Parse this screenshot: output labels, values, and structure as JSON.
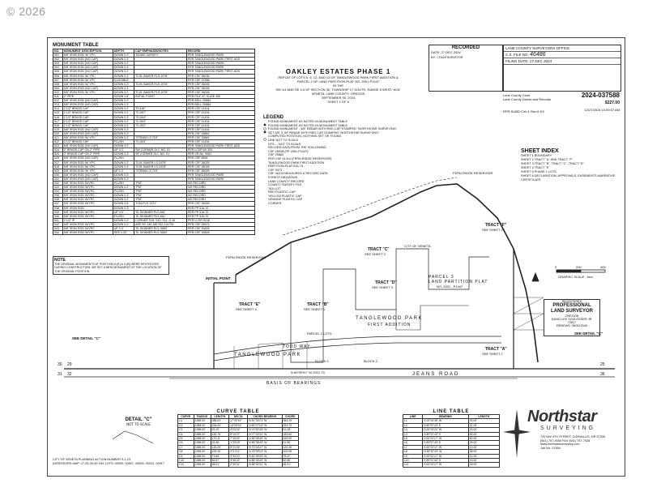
{
  "watermark": "© 2026",
  "monument_table": {
    "title": "MONUMENT TABLE",
    "headers": [
      "NO.",
      "MONUMENT DESCRIPTION",
      "DEPTH",
      "CAP EMPHASIS/NOTES",
      "RECORD"
    ],
    "rows": [
      [
        "501",
        "5/8\" IRON ROD W/ YPC",
        "DOWN 0.2'",
        "\"BOWS SURVEY\"",
        "PER TANGLEWOOD PARK"
      ],
      [
        "502",
        "5/8\" IRON ROD (NO CAP)",
        "DOWN 0.3'",
        "",
        "PER TANGLEWOOD PARK FIRST ADD"
      ],
      [
        "503",
        "5/8\" IRON ROD (NO CAP)",
        "DOWN 0.2'",
        "",
        "PER TANGLEWOOD PARK"
      ],
      [
        "504",
        "5/8\" IRON ROD (NO CAP)",
        "DOWN 0.3'",
        "",
        "PER TANGLEWOOD PARK"
      ],
      [
        "505",
        "5/8\" IRON ROD (NO CAP)",
        "DOWN 0.2'",
        "",
        "PER TANGLEWOOD PARK FIRST ADD"
      ],
      [
        "506",
        "5/8\" IRON ROD W/ YPC",
        "DOWN 0.3'",
        "\"D.W. BAKER PLS 1978\"",
        "PER CSF 36036"
      ],
      [
        "507",
        "5/8\" IRON ROD W/ YPC",
        "ILLEGIBLE",
        "",
        "PER CSF 37358"
      ],
      [
        "508",
        "5/8\" IRON ROD W/ YPC",
        "DOWN 0.2'",
        "\"D.W. BAKER PLS 1978\"",
        "PER CSF 36035"
      ],
      [
        "509",
        "5/8\" IRON ROD (NO CAP)",
        "DOWN 0.3'",
        "",
        "PER CSF 36035"
      ],
      [
        "510",
        "5/8\" IRON ROD W/ YPC",
        "DOWN 0.2'",
        "\"D.W. BAKER PLS 1978\"",
        "PER CSF 36028"
      ],
      [
        "511",
        "2\" PIPE",
        "DOWN 1.8'",
        "INITIAL POINT",
        "PER FILE 37, SLIDE 450"
      ],
      [
        "512",
        "5/8\" IRON ROD (NO CAP)",
        "DOWN 0.2'",
        "",
        "PER BELL 20884"
      ],
      [
        "513",
        "5/8\" IRON ROD (NO CAP)",
        "DOWN 0.3'",
        "",
        "PER BELL 20884"
      ],
      [
        "514",
        "2 1/2\" BRASS CAP",
        "DOWN 0.2'",
        "\"R-518\"",
        "PER CSF 41434"
      ],
      [
        "515",
        "2 1/2\" BRASS CAP",
        "DOWN 0.2'",
        "\"S-15/7\"",
        "PER CSF 41434"
      ],
      [
        "516",
        "2 1/2\" BRASS CAP",
        "DOWN 0.3'",
        "\"S-15/4\"",
        "PER CSF 41434"
      ],
      [
        "517",
        "2 1/2\" BRASS CAP",
        "DOWN 0.2'",
        "\"S-15/3\"",
        "PER CSF 41434"
      ],
      [
        "518",
        "2 1/2\" BRASS CAP",
        "DOWN 0.2'",
        "\"S-15/2\"",
        "PER CSF 41434"
      ],
      [
        "519",
        "5/8\" IRON ROD (NO CAP)",
        "DOWN 0.3'",
        "",
        "PER CSF 41434"
      ],
      [
        "520",
        "5/8\" IRON ROD (NO CAP)",
        "DOWN 0.2'",
        "",
        "PER CSF 25862"
      ],
      [
        "521",
        "5/8\" IRON ROD W/ YPC",
        "DOWN 0.3'",
        "\"STEMM LS 715\"",
        "PER CSF 25862"
      ],
      [
        "522",
        "3 1/2\" BRASS CAP",
        "FLUSH",
        "\"S-15/3\"",
        "PER CSF 41434"
      ],
      [
        "523",
        "5/8\" IRON ROD (NO CAP)",
        "DOWN 0.2'",
        "",
        "PER TANGLEWOOD PARK FIRST ADD"
      ],
      [
        "524",
        "2\" BRASS CAP ON 2\" PIPE",
        "UP 0.2'",
        "SW CORNER DLC NO. 51",
        "PER LCSR 60-303"
      ],
      [
        "525",
        "3\" BRASS CAP ON 2\" PIPE",
        "DOWN 0.3'",
        "SE CORNER DLC NO. 51",
        "PER CR No. 9081"
      ],
      [
        "526",
        "5/8\" IRON ROD (NO CAP)",
        "FLUSH",
        "",
        "PER CSF 8694"
      ],
      [
        "527",
        "5/8\" IRON ROD W/ YPC",
        "DOWN 0.2'",
        "\"D.W. BAKER LS 1978\"",
        "PER CSF 36028"
      ],
      [
        "528",
        "5/8\" IRON ROD W/ YPC",
        "DOWN 0.3'",
        "\"D.W. BAKER LS 1978\"",
        "PER CSF 36028"
      ],
      [
        "529",
        "5/8\" IRON ROD W/ YPC",
        "UP 0.3'",
        "\"STEMM LS 715\"",
        "PER CSF 36028"
      ],
      [
        "530",
        "5/8\" IRON ROD (NO CAP)",
        "DOWN 0.3'",
        "",
        "PER TANGLEWOOD PARK"
      ],
      [
        "531",
        "5/8\" IRON ROD (NO CAP)",
        "DOWN 0.2'",
        "",
        "PER TANGLEWOOD PARK"
      ],
      [
        "532",
        "5/8\" IRON ROD W/YPC",
        "FLUSH",
        "\"PM\"",
        "NO RECORD"
      ],
      [
        "533",
        "5/8\" IRON ROD W/YPC",
        "DOWN 0.2'",
        "\"PM\"",
        "NO RECORD"
      ],
      [
        "534",
        "5/8\" IRON ROD W/YPC",
        "FLUSH",
        "\"PM\"",
        "NO RECORD"
      ],
      [
        "535",
        "5/8\" IRON ROD W/YPC",
        "DOWN 0.3'",
        "\"PM\"",
        "NO RECORD"
      ],
      [
        "536",
        "5/8\" IRON ROD W/YPC",
        "DOWN 0.2'",
        "\"PM\"",
        "NO RECORD"
      ],
      [
        "537",
        "5/8\" IRON ROD W/YPC",
        "DOWN 0.6'",
        "\"KSA PLS 1221\"",
        "PER CSF 36328"
      ],
      [
        "538",
        "5/8\" IRON ROD",
        "DOWN 0.3'",
        "",
        "PER PP 516-70"
      ],
      [
        "539",
        "5/8\" IRON ROD W/YPC",
        "UP 0.5'",
        "\"B. SKINNER PLS MU\"",
        "PER PP 516-70"
      ],
      [
        "540",
        "5/8\" IRON ROD W/YPC",
        "FLUSH",
        "\"B. SKINNER PLS MU\"",
        "PER PP 516-70"
      ],
      [
        "541",
        "2 1/2\" IP",
        "DOWN 0.2'",
        "CORNER S15, S10, S11, S 16",
        "PER LCSR 5138"
      ],
      [
        "542",
        "5/8\" IRON ROD W/YPC",
        "DOWN 0.2'",
        "ARE BY 145 165 202 214 FM",
        "PER CSF 26474"
      ],
      [
        "543",
        "5/8\" IRON ROD W/YPC",
        "UP 0.3'",
        "\"B. SKINNER PLS 3583\"",
        "PER CSF 30828"
      ],
      [
        "544",
        "5/8\" IRON ROD W/YPC",
        "SEE 0.33'",
        "\"B. SKINNER PLS 3583\"",
        "PER CSF 30828"
      ]
    ],
    "note_title": "NOTE",
    "note_text": "THE ORIGINAL MONUMENTS AT POSITION # (E) & # (B) WERE DESTROYED DURING CONSTRUCTION. WE SET A NEW MONUMENT AT THE LOCATION OF THE ORIGINAL POSITION"
  },
  "title_block": {
    "title": "OAKLEY ESTATES PHASE 1",
    "line1": "REPLAT OF LOTS 5, 6, 12, AND 13 OF TANGLEWOOD PARK FIRST ADDITION &",
    "line2": "PARCEL 2 OF LAND PARTITION PLAT NO. 2001-P1447",
    "line3": "IN THE",
    "line4": "SW 1/4 AND SE 1/4 OF SECTION 30, TOWNSHIP 17 SOUTH, RANGE 5 WEST, W.M.",
    "line5": "VENETA, LANE COUNTY, OREGON",
    "date": "SEPTEMBER 30, 2024",
    "sheet": "SHEET 1 OF 6"
  },
  "recorded": {
    "header": "RECORDED",
    "date_label": "DATE:",
    "date_value": "27 DEC 2024",
    "by_label": "BY:",
    "countsurv": "COUNTSURVEYOR",
    "csfile_label": "C.S. FILE NO.",
    "csfile_value": "46486",
    "filing_label": "FILING DATE:",
    "filing_value": "27 DEC 2024",
    "office_title": "LANE COUNTY SURVEYORS OFFICE",
    "lane_clerk": "Lane County Clerk",
    "lane_dept": "Lane County Deeds and Records",
    "doc_number": "2024-037588",
    "amount": "$227.00",
    "timestamp": "12/27/2024 10:59:37 AM",
    "rpr": "RPR-SUBD  Cnt=1 Stn=8 KS"
  },
  "legend": {
    "title": "LEGEND",
    "items": [
      "FOUND MONUMENT AS NOTED IN MONUMENT TABLE",
      "FOUND MONUMENT AS NOTED IN MONUMENT TABLE",
      "FOUND MONUMENT - 5/8\" REBAR WITH RED CAP STAMPED \"NORTHSTAR SURVEYING\"",
      "SET 5/8\" X 30\" REBAR WITH RED CAP STAMPED \"NORTHSTAR SURVEYING\"",
      "COMPUTED POSITION, NOTHING SET OR FOUND",
      "LINE NOT TO SCALE",
      "NTS ... NOT TO SCALE",
      "RECORD DATA FROM THE FOLLOWING:",
      "CSF 26028 (PP 2001-P1447)",
      "CSF 25862",
      "PER CSF 41414 (FERN RIDGE RESERVOIR)",
      "TANGLEWOOD PARK FIRST ADDITION",
      "PARTITION PLAT 516-70",
      "CSF 9373",
      "CSF 46213  MEASURED & RECORD DATA",
      "FOREST MEADOWS",
      "LANE COUNTY RECORD",
      "COUNTY SURVEY FILE",
      "TAX LOT",
      "RED PLASTIC CAP",
      "YELLOW PLASTIC CAP",
      "ORANGE PLASTIC CAP",
      "CORNER"
    ]
  },
  "sheet_index": {
    "title": "SHEET INDEX",
    "items": [
      "SHEET 1   BOUNDARY",
      "SHEET 2   TRACT \"A\" AND TRACT \"F\"",
      "SHEET 3   TRACT \"B\", TRACT \"C\", TRACT \"D\"",
      "SHEET 4   TRACT \"E\"",
      "SHEET 5   PHASE 1 LOTS",
      "SHEET 6   DECLARATION, APPROVALS, EASEMENTS NARRATIVE, CERTIFICATE"
    ]
  },
  "surveyor_stamp": {
    "registered": "REGISTERED",
    "professional": "PROFESSIONAL",
    "land_surveyor": "LAND SURVEYOR",
    "oregon": "OREGON",
    "name": "DAVID LEE SCHLOSSER JR.",
    "number": "72817",
    "renewal": "RENEWS: 06/30/2026"
  },
  "map_labels": {
    "tract_a": "TRACT \"A\"",
    "tract_a_sheet": "SEE SHEET 2",
    "tract_b": "TRACT \"B\"",
    "tract_b_sheet": "SEE SHEET 3",
    "tract_c": "TRACT \"C\"",
    "tract_c_sheet": "SEE SHEET 3",
    "tract_d": "TRACT \"D\"",
    "tract_d_sheet": "SEE SHEET 3",
    "tract_e": "TRACT \"E\"",
    "tract_e_sheet": "SEE SHEET 4",
    "tract_f": "TRACT \"F\"",
    "tract_f_sheet": "SEE SHEET 2",
    "tanglewood": "TANGLEWOOD PARK",
    "first_add": "FIRST ADDITION",
    "tanglewood_park": "TANGLEWOOD PARK",
    "parcel_1_lots": "PARCEL 1 LOTS",
    "parcel_3": "PARCEL 3",
    "land_partition": "LAND PARTITION PLAT",
    "lpp_no": "NO. 2001 - P1447",
    "initial_point": "INITIAL POINT",
    "see_detail_c": "SEE DETAIL \"C\"",
    "see_detail_c2": "SEE DETAIL \"C\"",
    "jeans_road": "JEANS ROAD",
    "todd_way": "TODD WAY",
    "basis_of_bearings": "BASIS OF BEARINGS",
    "fern_ridge": "FERN RIDGE RESERVOIR",
    "fern_ridge2": "FERN RIDGE RESERVOIR",
    "city_veneta": "CITY OF VENETA",
    "bearing_main": "N 89°59'57\" W  2912.73'",
    "block_1": "BLOCK 1",
    "block_2": "BLOCK 2",
    "graphic_scale": "GRAPHIC SCALE - feet",
    "scale_0": "0",
    "scale_200": "200",
    "scale_400": "400",
    "sec_30": "30",
    "sec_29": "29",
    "sec_31": "31",
    "sec_32": "32",
    "sec_25": "25",
    "sec_36": "36"
  },
  "curve_table": {
    "title": "CURVE TABLE",
    "headers": [
      "CURVE",
      "RADIUS",
      "LENGTH",
      "DELTA",
      "CHORD BEARING",
      "CHORD"
    ],
    "rows": [
      [
        "C1",
        "1288.00'",
        "385.63'",
        "17°09'15\"",
        "N 81°25'21\" W",
        "384.19'"
      ],
      [
        "C2",
        "1288.00'",
        "294.43'",
        "13°05'51\"",
        "N 83°27'03\" W",
        "293.79'"
      ],
      [
        "C3",
        "1288.00'",
        "91.20'",
        "4°03'24\"",
        "N 74°52'26\" W",
        "91.18'"
      ],
      [
        "C4",
        "1288.00'",
        "183.76'",
        "8°10'27\"",
        "N 77°16'31\" W",
        "183.60'"
      ],
      [
        "C5",
        "1288.00'",
        "170.11'",
        "7°34'02\"",
        "N 85°08'45\" W",
        "169.99'"
      ],
      [
        "C6",
        "1288.00'",
        "31.96'",
        "1°25'18\"",
        "N 89°38'45\" W",
        "31.96'"
      ],
      [
        "C7",
        "1288.00'",
        "120.29'",
        "5°21'03\"",
        "N 73°18'27\" W",
        "120.25'"
      ],
      [
        "C8",
        "1288.00'",
        "100.10'",
        "4°27'11\"",
        "N 78°09'24\" W",
        "100.08'"
      ],
      [
        "C9",
        "1288.00'",
        "79.48'",
        "3°32'10\"",
        "N 82°09'05\" W",
        "79.47'"
      ],
      [
        "C10",
        "1288.00'",
        "82.57'",
        "3°40'22\"",
        "N 85°45'20\" W",
        "82.56'"
      ],
      [
        "C11",
        "1288.00'",
        "56.21'",
        "2°30'01\"",
        "N 88°50'31\" W",
        "56.21'"
      ]
    ]
  },
  "line_table": {
    "title": "LINE TABLE",
    "headers": [
      "LINE",
      "BEARING",
      "LENGTH"
    ],
    "rows": [
      [
        "L1",
        "S 00°04'38\" W",
        "30.00'"
      ],
      [
        "L2",
        "S 89°57'43\" E",
        "21.09'"
      ],
      [
        "L3",
        "S 00°03'22\" W",
        "20.00'"
      ],
      [
        "L4",
        "S 89°57'43\" E",
        "40.00'"
      ],
      [
        "L5",
        "S 00°02'17\" W",
        "60.00'"
      ],
      [
        "L6",
        "S 89°57'43\" E",
        "25.00'"
      ],
      [
        "L7",
        "S 00°02'17\" W",
        "10.00'"
      ],
      [
        "L8",
        "N 89°57'43\" W",
        "35.00'"
      ],
      [
        "L9",
        "S 00°02'17\" W",
        "12.00'"
      ],
      [
        "L10",
        "S 89°57'43\" E",
        "15.00'"
      ],
      [
        "L11",
        "S 00°02'17\" W",
        "18.00'"
      ]
    ]
  },
  "northstar": {
    "name": "Northstar",
    "sub": "SURVEYING",
    "addr1": "720 NW 4TH STREET, CORVALLIS, OR 97330",
    "addr2": "(541) 757-9050 FAX (541) 757-7928",
    "addr3": "www.northstarsurveying.com",
    "job": "Job No. 21364"
  },
  "detail": {
    "title": "DETAIL \"C\"",
    "nts": "NOT TO SCALE"
  },
  "footer": {
    "line1": "CITY OF VENETA PLANNING ACTION NUMBER S-1-23",
    "line2": "ASSESSORS MAP: 17-05-30-00 TAX LOTS: 00900, 00907, 00909, 00912, 00917"
  }
}
